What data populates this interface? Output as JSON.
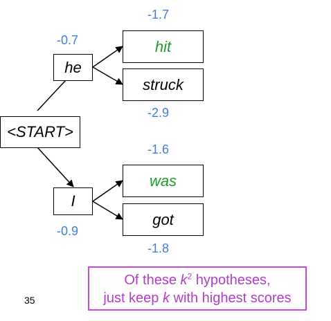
{
  "nodes": {
    "start": "<START>",
    "he": "he",
    "i": "I",
    "hit": "hit",
    "struck": "struck",
    "was": "was",
    "got": "got"
  },
  "scores": {
    "he": "-0.7",
    "i": "-0.9",
    "hit": "-1.7",
    "struck": "-2.9",
    "was": "-1.6",
    "got": "-1.8"
  },
  "note": {
    "line1_a": "Of these ",
    "k": "k",
    "sup": "2",
    "line1_b": " hypotheses,",
    "line2_a": "just keep ",
    "line2_k": "k",
    "line2_b": " with highest scores"
  },
  "page_number": "35",
  "colors": {
    "score": "#3f7fd6",
    "highlight_word": "#1e9b2b",
    "note_border": "#c64ad6",
    "note_text": "#b03ec4"
  }
}
